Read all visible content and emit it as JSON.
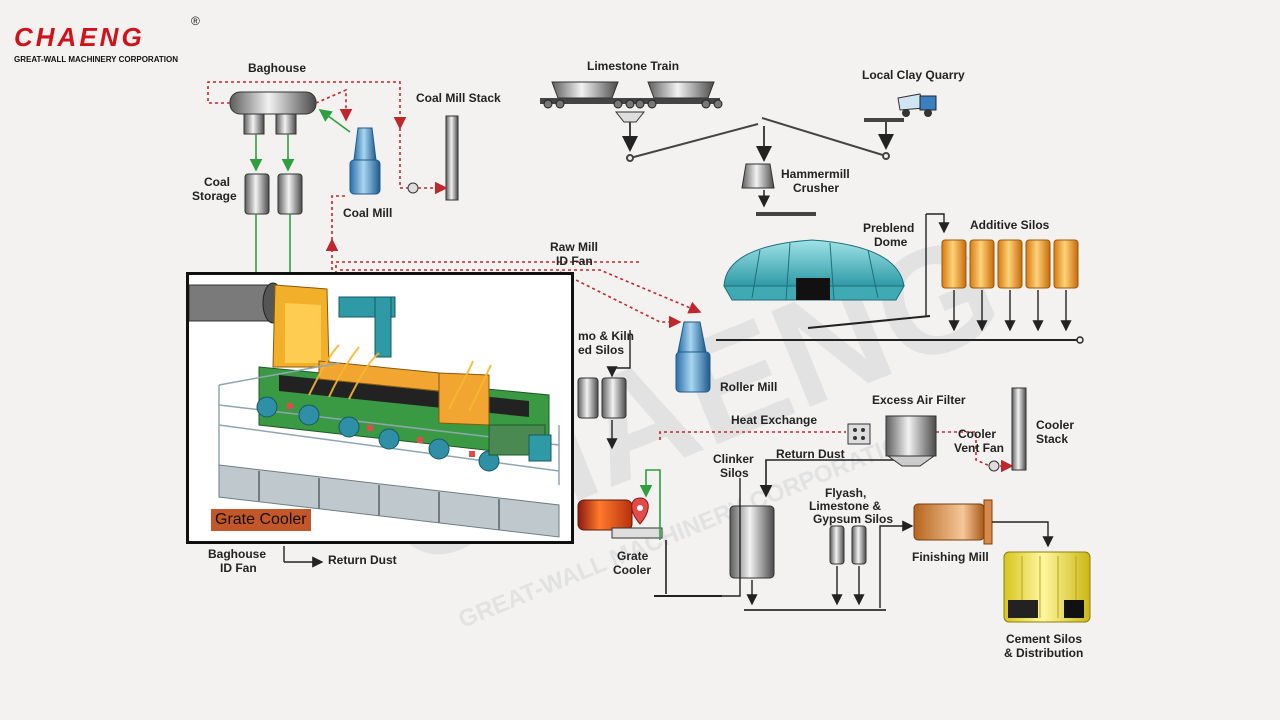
{
  "brand": {
    "name": "CHAENG",
    "registered": "®",
    "subtitle": "GREAT-WALL MACHINERY CORPORATION"
  },
  "watermark": {
    "main": "CHAENG",
    "sub": "GREAT-WALL MACHINERY CORPORATION"
  },
  "labels": {
    "baghouse": "Baghouse",
    "coal_mill_stack": "Coal Mill Stack",
    "coal_storage_1": "Coal",
    "coal_storage_2": "Storage",
    "coal_mill": "Coal Mill",
    "limestone_train": "Limestone Train",
    "local_clay_quarry": "Local Clay Quarry",
    "hammermill_1": "Hammermill",
    "hammermill_2": "Crusher",
    "preblend_1": "Preblend",
    "preblend_2": "Dome",
    "additive_silos": "Additive Silos",
    "raw_mill_fan_1": "Raw Mill",
    "raw_mill_fan_2": "ID Fan",
    "feed_silos_1": "mo & Kiln",
    "feed_silos_2": "ed Silos",
    "roller_mill": "Roller Mill",
    "excess_air_filter": "Excess Air Filter",
    "heat_exchange": "Heat Exchange",
    "cooler_vent_fan_1": "Cooler",
    "cooler_vent_fan_2": "Vent Fan",
    "cooler_stack_1": "Cooler",
    "cooler_stack_2": "Stack",
    "return_dust_upper": "Return Dust",
    "clinker_silos_1": "Clinker",
    "clinker_silos_2": "Silos",
    "flyash_1": "Flyash,",
    "flyash_2": "Limestone &",
    "flyash_3": "Gypsum Silos",
    "finishing_mill": "Finishing Mill",
    "grate_cooler_1": "Grate",
    "grate_cooler_2": "Cooler",
    "baghouse_fan_1": "Baghouse",
    "baghouse_fan_2": "ID Fan",
    "return_dust_lower": "Return Dust",
    "cement_silos_1": "Cement Silos",
    "cement_silos_2": "& Distribution"
  },
  "inset": {
    "caption": "Grate Cooler"
  },
  "colors": {
    "brand_red": "#d0121b",
    "gas_flow_red": "#c0272d",
    "air_flow_green": "#2e9e3e",
    "dome_teal": "#5cc6cf",
    "silo_orange": "#f2a531",
    "cement_yellow": "#f3e34a",
    "caption_bg": "#c4572a"
  }
}
